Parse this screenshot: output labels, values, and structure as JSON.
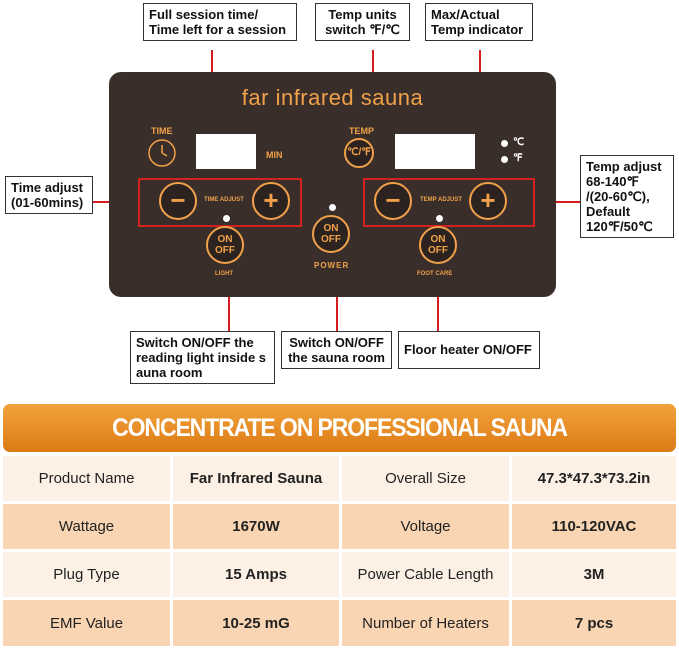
{
  "callouts": {
    "session_time": [
      "Full session time/",
      "Time left for a session"
    ],
    "temp_units": [
      "Temp units",
      "switch ℉/℃"
    ],
    "temp_indicator": [
      "Max/Actual",
      "Temp indicator"
    ],
    "time_adjust": [
      "Time adjust",
      "(01-60mins)"
    ],
    "temp_adjust": [
      "Temp adjust",
      "68-140℉",
      "/(20-60℃),",
      "Default",
      "120℉/50℃"
    ],
    "light_switch": [
      "Switch ON/OFF the",
      "reading light inside s",
      "auna room"
    ],
    "power_switch": [
      "Switch ON/OFF",
      "the sauna room"
    ],
    "floor_heater": [
      "Floor heater ON/OFF"
    ]
  },
  "panel": {
    "title": "far infrared sauna",
    "time_label": "TIME",
    "min_label": "MIN",
    "temp_label": "TEMP",
    "celsius": "℃",
    "fahrenheit": "℉",
    "time_adjust_label": "TIME ADJUST",
    "temp_adjust_label": "TEMP ADJUST",
    "minus": "−",
    "plus": "+",
    "on": "ON",
    "off": "OFF",
    "light_label": "LIGHT",
    "power_label": "POWER",
    "foot_care_label": "FOOT CARE",
    "temp_unit_button": "℃/℉"
  },
  "banner": "CONCENTRATE ON PROFESSIONAL SAUNA",
  "specs": [
    [
      "Product Name",
      "Far Infrared Sauna",
      "Overall Size",
      "47.3*47.3*73.2in"
    ],
    [
      "Wattage",
      "1670W",
      "Voltage",
      "110-120VAC"
    ],
    [
      "Plug Type",
      "15 Amps",
      "Power Cable Length",
      "3M"
    ],
    [
      "EMF Value",
      "10-25 mG",
      "Number of Heaters",
      "7 pcs"
    ]
  ],
  "colors": {
    "panel": "#3a2e2a",
    "accent": "#f0a14a",
    "highlight": "#d32121",
    "banner": "#e8902a"
  }
}
